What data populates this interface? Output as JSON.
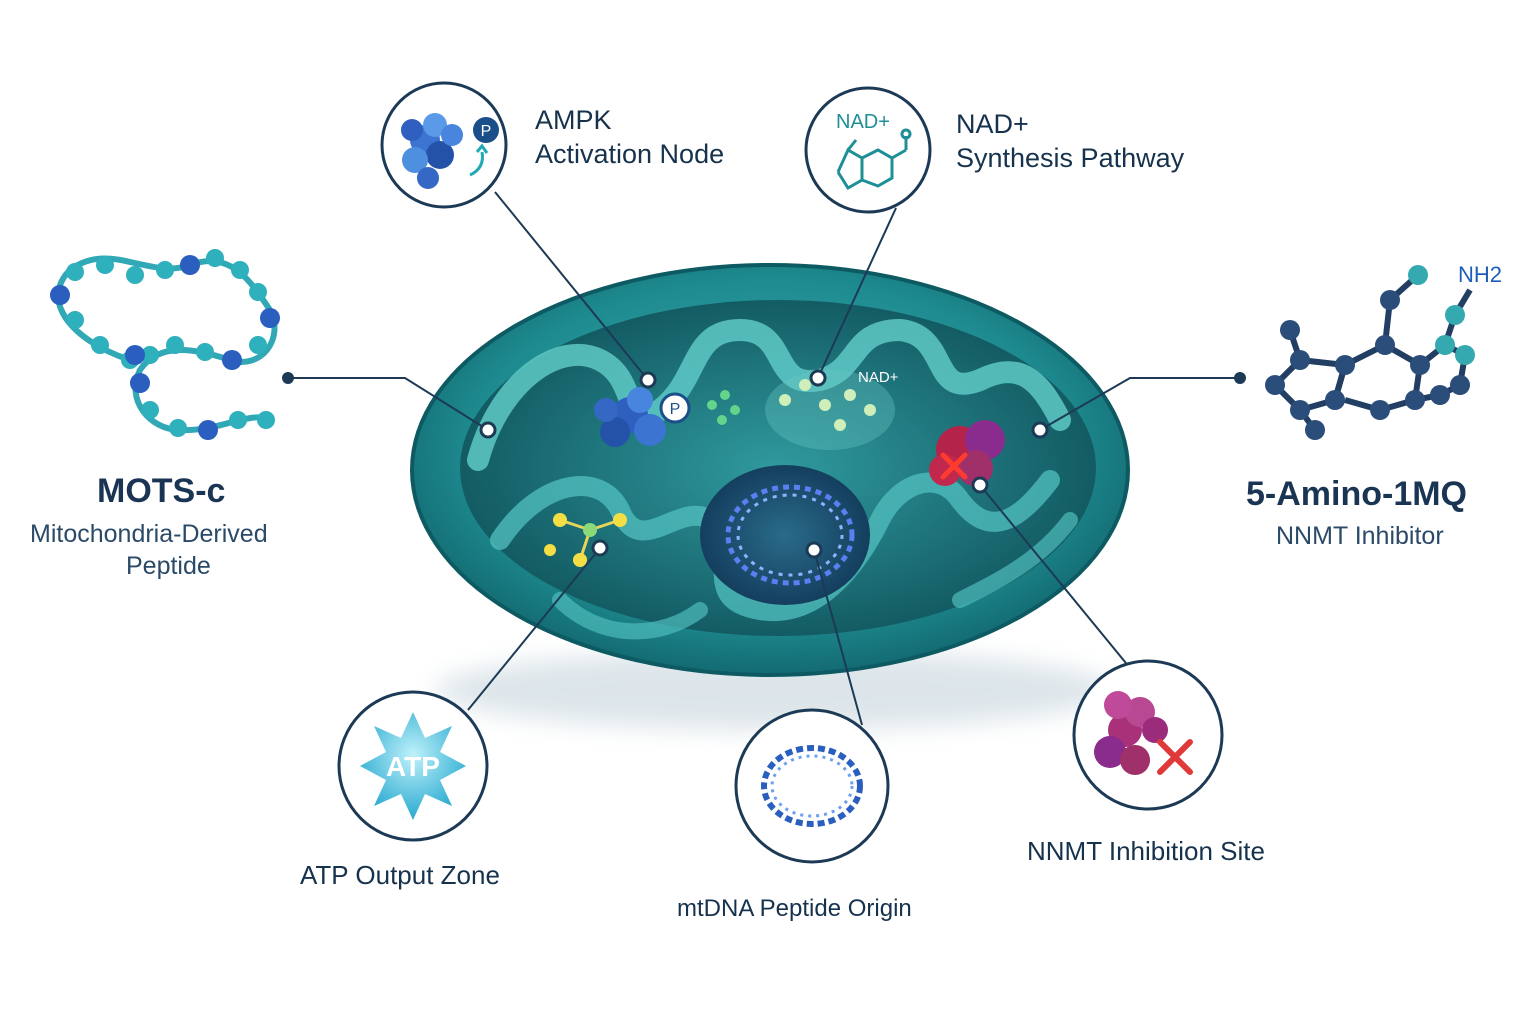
{
  "left": {
    "title": "MOTS-c",
    "subtitle_line1": "Mitochondria-Derived",
    "subtitle_line2": "Peptide"
  },
  "right": {
    "title": "5-Amino-1MQ",
    "subtitle": "NNMT Inhibitor",
    "formula_label": "NH2"
  },
  "ampk": {
    "line1": "AMPK",
    "line2": "Activation Node",
    "badge": "P"
  },
  "nad": {
    "line1": "NAD+",
    "line2": "Synthesis Pathway",
    "badge": "NAD+",
    "inner_label": "NAD+"
  },
  "atp": {
    "label": "ATP Output Zone",
    "badge": "ATP"
  },
  "mtdna": {
    "label": "mtDNA Peptide Origin"
  },
  "nnmt": {
    "label": "NNMT Inhibition Site"
  },
  "colors": {
    "membrane": "#1f8f97",
    "line": "#1c3a55",
    "accent": "#2aa9c9",
    "red": "#e0393a"
  }
}
